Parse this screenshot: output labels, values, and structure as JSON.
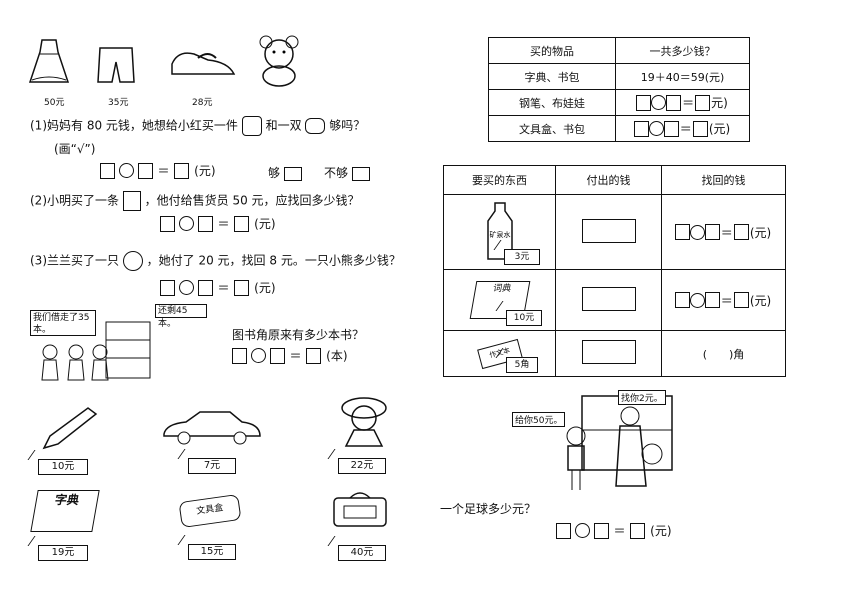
{
  "left": {
    "items_top": [
      {
        "name": "dress-icon",
        "price": "50元"
      },
      {
        "name": "shorts-icon",
        "price": "35元"
      },
      {
        "name": "shoe-icon",
        "price": "28元"
      },
      {
        "name": "bear-icon",
        "price": ""
      }
    ],
    "q1": "(1)妈妈有 80 元钱，她想给小红买一件",
    "q1_mid": "和一双",
    "q1_end": "够吗？",
    "q1_hint": "(画“√”)",
    "yuan": "(元)",
    "enough": "够",
    "not_enough": "不够",
    "q2": "(2)小明买了一条",
    "q2_end": "，他付给售货员 50 元，应找回多少钱？",
    "q3": "(3)兰兰买了一只",
    "q3_end": "，她付了 20 元，找回 8 元。一只小熊多少钱？",
    "bubble1": "我们借走了35本。",
    "bubble2": "还剩45本。",
    "books_q": "图书角原来有多少本书？",
    "ben": "(本)",
    "goods": [
      {
        "name": "pen-icon",
        "price": "10元"
      },
      {
        "name": "car-icon",
        "price": "7元"
      },
      {
        "name": "doll-icon",
        "price": "22元"
      },
      {
        "name": "dictionary-icon",
        "price": "19元",
        "label": "字典"
      },
      {
        "name": "pencil-box-icon",
        "price": "15元",
        "label": "文具盒"
      },
      {
        "name": "bag-icon",
        "price": "40元"
      }
    ]
  },
  "table1": {
    "headers": [
      "买的物品",
      "一共多少钱？"
    ],
    "rows": [
      {
        "item": "字典、书包",
        "expr": "19＋40＝59(元)"
      },
      {
        "item": "钢笔、布娃娃",
        "expr": ""
      },
      {
        "item": "文具盒、书包",
        "expr": ""
      }
    ],
    "unit1": "元)",
    "unit2": "(元)"
  },
  "table2": {
    "headers": [
      "要买的东西",
      "付出的钱",
      "找回的钱"
    ],
    "rows": [
      {
        "price": "3元",
        "label": "矿泉水",
        "change": "(元)"
      },
      {
        "price": "10元",
        "label": "词典",
        "change": "(元)"
      },
      {
        "price": "5角",
        "label": "作文本",
        "change": "(　　)角"
      }
    ]
  },
  "scene": {
    "bubble_left": "给你50元。",
    "bubble_right": "找你2元。"
  },
  "football_q": "一个足球多少元？",
  "football_unit": "(元)"
}
